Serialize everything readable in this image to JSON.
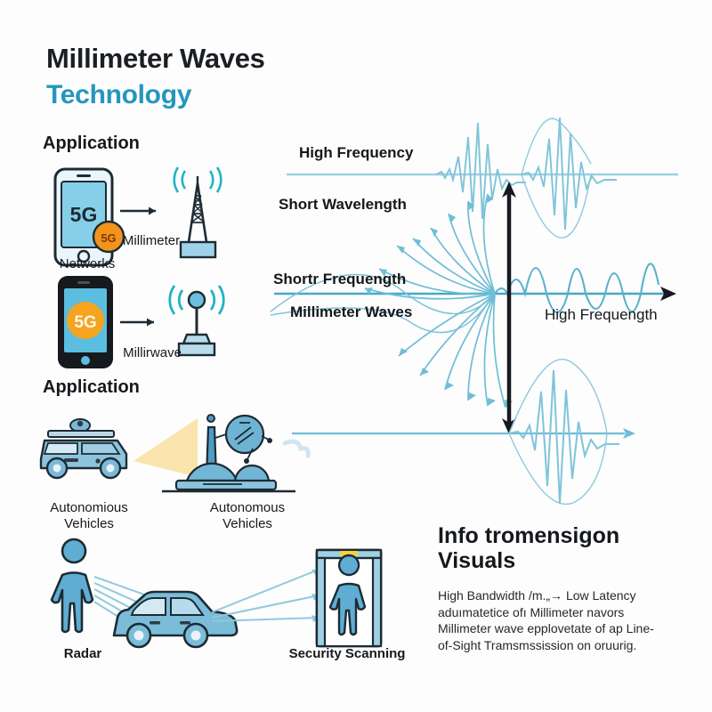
{
  "meta": {
    "background": "#fdfdfd",
    "accent_blue": "#2596be",
    "wave_blue": "#7fc4da",
    "icon_blue": "#5aa7cc",
    "orange": "#f5a01e",
    "dark": "#16191d"
  },
  "header": {
    "title_line1": "Millimeter Waves",
    "title_line2": "Technology"
  },
  "sections": {
    "application_1": "Application",
    "application_2": "Application"
  },
  "network_panel": {
    "phone_top_label": "5G",
    "phone_top_badge": "5G",
    "tower_top_label": "Millimeter",
    "networks_label": "Networks",
    "phone_bottom_label": "5G",
    "tower_bottom_label": "Millirwave"
  },
  "vehicles_panel": {
    "left_label_line1": "Autonomious",
    "left_label_line2": "Vehicles",
    "right_label_line1": "Autonomous",
    "right_label_line2": "Vehicles"
  },
  "radar_panel": {
    "radar_label": "Radar",
    "security_label": "Security Scanning"
  },
  "wave_diagram": {
    "label_high_frequency": "High Frequency",
    "label_short_wavelength": "Short Wavelength",
    "label_shortr_frequength": "Shortr Frequength",
    "label_millimeter_waves": "Millimeter Waves",
    "label_axis_high_frequength": "High Frequength"
  },
  "info": {
    "title": "Info tromensigon Visuals",
    "body": "High Bandwidth /m.„→ Low Latency aduımatetice ofı Millimeter navors Millimeter wave epplovetate of ap Line-of-Sight Tramsmssission on oruurig."
  },
  "chart_data": {
    "type": "line",
    "title": "Millimeter wave frequency / wavelength relationship",
    "xlabel": "High Frequength",
    "ylabel": "",
    "annotations": [
      "High Frequency",
      "Short Wavelength",
      "Shortr Frequength",
      "Millimeter Waves",
      "High Frequength"
    ],
    "axes": [
      {
        "name": "top-axis",
        "y": 196,
        "x_from": 320,
        "x_to": 762,
        "arrow": false
      },
      {
        "name": "middle-axis",
        "y": 330,
        "x_from": 308,
        "x_to": 760,
        "arrow": true
      },
      {
        "name": "bottom-axis",
        "y": 487,
        "x_from": 328,
        "x_to": 722,
        "arrow": true
      },
      {
        "name": "vertical-axis",
        "x": 572,
        "y_from": 208,
        "y_to": 478,
        "arrow": "both"
      }
    ],
    "series": [
      {
        "name": "top-burst-1",
        "kind": "wave-packet",
        "center_x": 532,
        "peak": 0.95
      },
      {
        "name": "top-burst-2",
        "kind": "wave-packet",
        "center_x": 614,
        "peak": 0.85
      },
      {
        "name": "middle-oscillation",
        "kind": "oscillation",
        "x_from": 585,
        "x_to": 752,
        "peak": 0.55
      },
      {
        "name": "bottom-burst",
        "kind": "wave-packet",
        "center_x": 645,
        "peak": 0.95
      },
      {
        "name": "fan-arrows",
        "kind": "radiating-arrows",
        "origin_x": 556,
        "origin_y": 330,
        "count": 16
      }
    ]
  }
}
